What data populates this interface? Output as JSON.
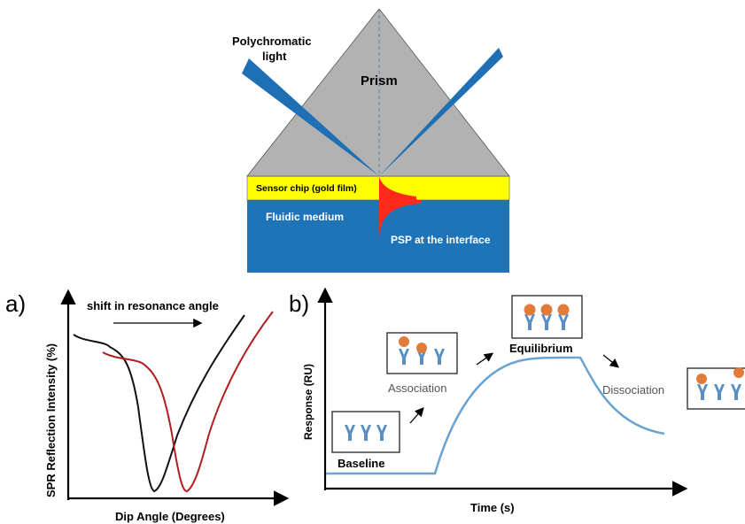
{
  "top_diagram": {
    "light_label": "Polychromatic light",
    "light_label_line1": "Polychromatic",
    "light_label_line2": "light",
    "prism_label": "Prism",
    "sensor_chip_label": "Sensor chip (gold film)",
    "fluid_label": "Fluidic medium",
    "psp_label": "PSP at the interface",
    "colors": {
      "prism": "#b2b2b2",
      "beam": "#1f6fb5",
      "gold": "#ffff00",
      "fluid": "#1f74b8",
      "psp": "#ff2b1a"
    }
  },
  "panel_a": {
    "tag": "a)",
    "annotation": "shift in resonance angle",
    "ylabel": "SPR Reflection Intensity (%)",
    "xlabel": "Dip Angle (Degrees)",
    "colors": {
      "curve1": "#111111",
      "curve2": "#b01e1e"
    }
  },
  "panel_b": {
    "tag": "b)",
    "ylabel": "Response (RU)",
    "xlabel": "Time (s)",
    "phases": {
      "baseline": "Baseline",
      "association": "Association",
      "equilibrium": "Equilibrium",
      "dissociation": "Dissociation"
    },
    "colors": {
      "curve": "#6aa3d2",
      "antibody": "#5b8fc4",
      "ligand": "#e07b39"
    }
  }
}
